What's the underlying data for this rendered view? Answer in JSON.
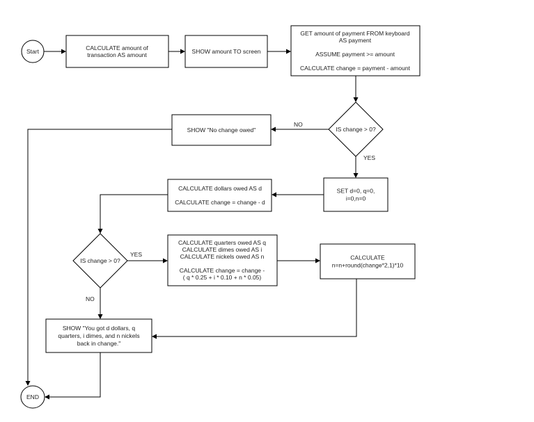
{
  "nodes": {
    "start": [
      "Start"
    ],
    "calc_amount": [
      "CALCULATE amount of",
      "transaction AS amount"
    ],
    "show_amount": [
      "SHOW amount TO screen"
    ],
    "get_payment": [
      "GET amount of payment FROM keyboard",
      "AS payment",
      "",
      "ASSUME payment >= amount",
      "",
      "CALCULATE change = payment - amount"
    ],
    "decision_change_1": [
      "IS change > 0?"
    ],
    "show_no_change": [
      "SHOW \"No change owed\""
    ],
    "set_vars": [
      "SET d=0, q=0,",
      "i=0,n=0"
    ],
    "calc_dollars": [
      "CALCULATE dollars owed AS d",
      "",
      "CALCULATE change = change - d"
    ],
    "decision_change_2": [
      "IS change > 0?"
    ],
    "calc_coins": [
      "CALCULATE quarters owed AS q",
      "CALCULATE dimes owed AS i",
      "CALCULATE nickels owed AS n",
      "",
      "CALCULATE change = change -",
      "( q * 0.25 + i * 0.10 + n * 0.05)"
    ],
    "calc_n": [
      "CALCULATE",
      "n=n+round(change*2,1)*10"
    ],
    "show_result": [
      "SHOW \"You got d dollars, q",
      "quarters, i dimes, and n nickels",
      "back in change.\""
    ],
    "end": [
      "END"
    ]
  },
  "edge_labels": {
    "no_1": "NO",
    "yes_1": "YES",
    "yes_2": "YES",
    "no_2": "NO"
  }
}
